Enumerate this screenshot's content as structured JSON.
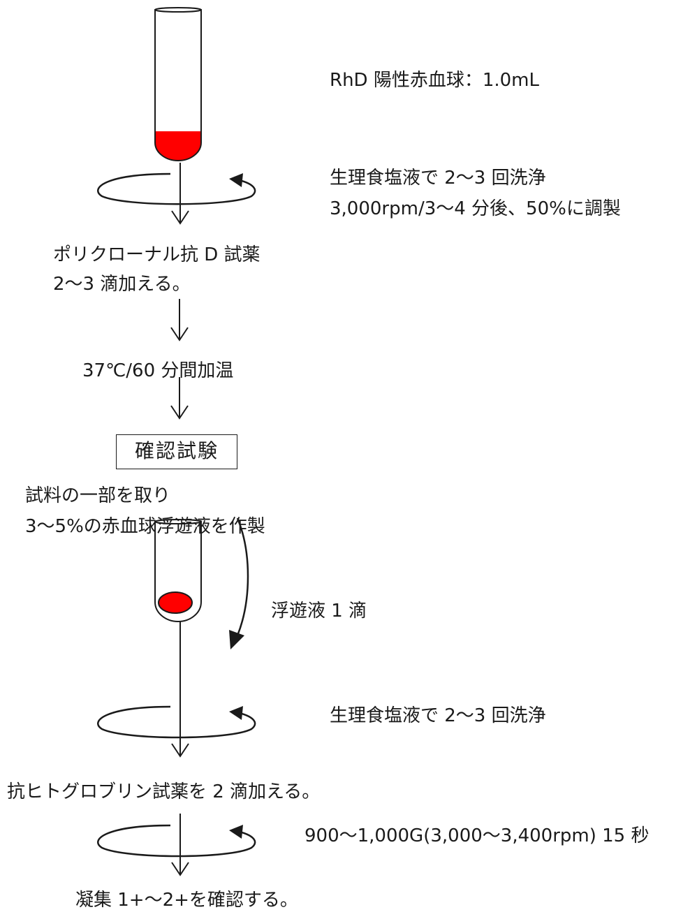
{
  "steps": {
    "rbc_label": "RhD 陽性赤血球：1.0mL",
    "wash1_line1": "生理食塩液で 2〜3 回洗浄",
    "wash1_line2": "3,000rpm/3〜4 分後、50%に調製",
    "reagent_line1": "ポリクローナル抗 D 試薬",
    "reagent_line2": "2〜3 滴加える。",
    "incubate": "37℃/60 分間加温",
    "confirm_box": "確認試験",
    "sample_line1": "試料の一部を取り",
    "sample_line2": "3〜5%の赤血球浮遊液を作製",
    "drop_label": "浮遊液 1 滴",
    "wash2": "生理食塩液で 2〜3 回洗浄",
    "ahg": "抗ヒトグロブリン試薬を 2 滴加える。",
    "centrifuge": "900〜1,000G(3,000〜3,400rpm) 15 秒",
    "result": "凝集 1+〜2+を確認する。"
  },
  "colors": {
    "blood_red": "#ff0000",
    "line": "#1a1a1a"
  },
  "icons": [
    "test-tube-icon",
    "rotation-ellipse-icon",
    "down-arrow-icon",
    "curved-arrow-icon"
  ]
}
